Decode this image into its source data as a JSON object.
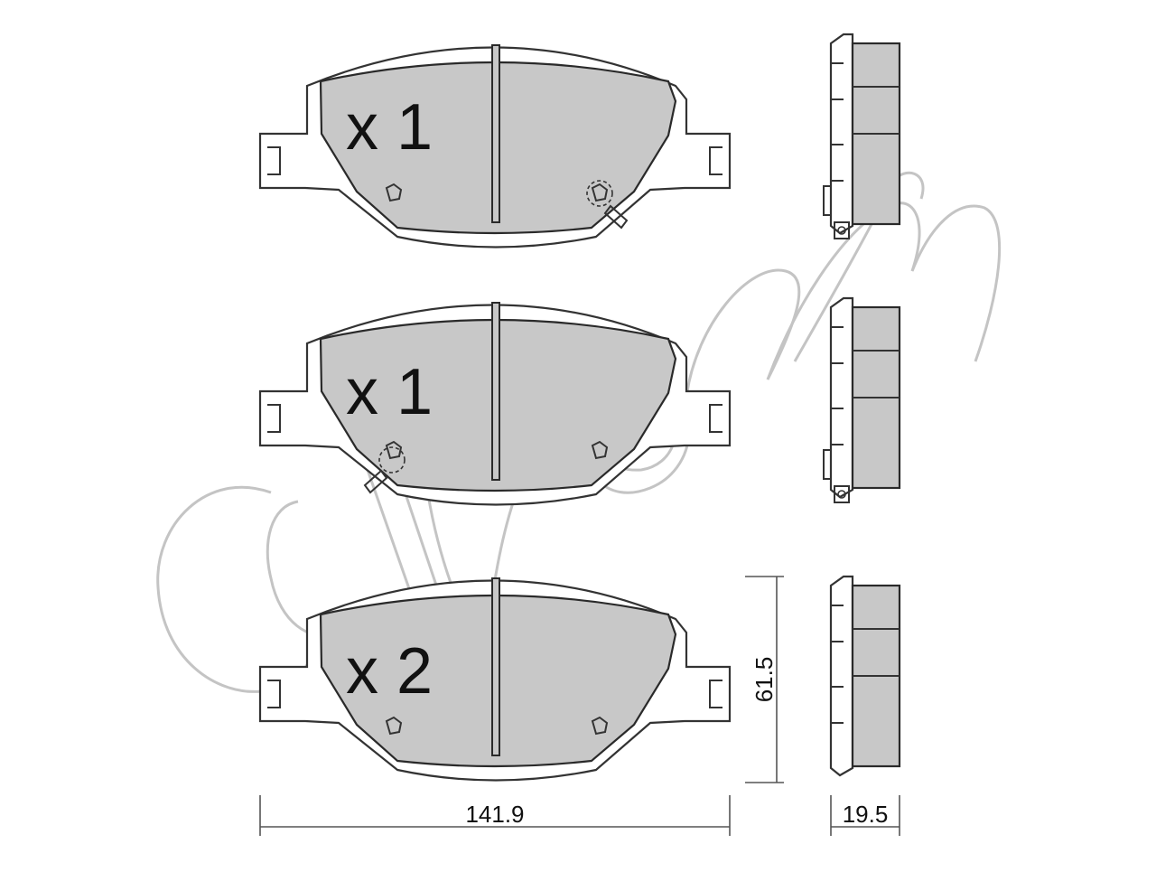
{
  "watermark": {
    "text": "cifam",
    "color": "#c4c4c4"
  },
  "colors": {
    "friction_material": "#c8c8c8",
    "outline": "#2a2a2a",
    "background": "#ffffff"
  },
  "pads": [
    {
      "quantity_label": "x 1",
      "sensor_side": "right"
    },
    {
      "quantity_label": "x 1",
      "sensor_side": "left"
    },
    {
      "quantity_label": "x 2",
      "sensor_side": "none"
    }
  ],
  "dimensions": {
    "width": "141.9",
    "height": "61.5",
    "thickness": "19.5"
  }
}
